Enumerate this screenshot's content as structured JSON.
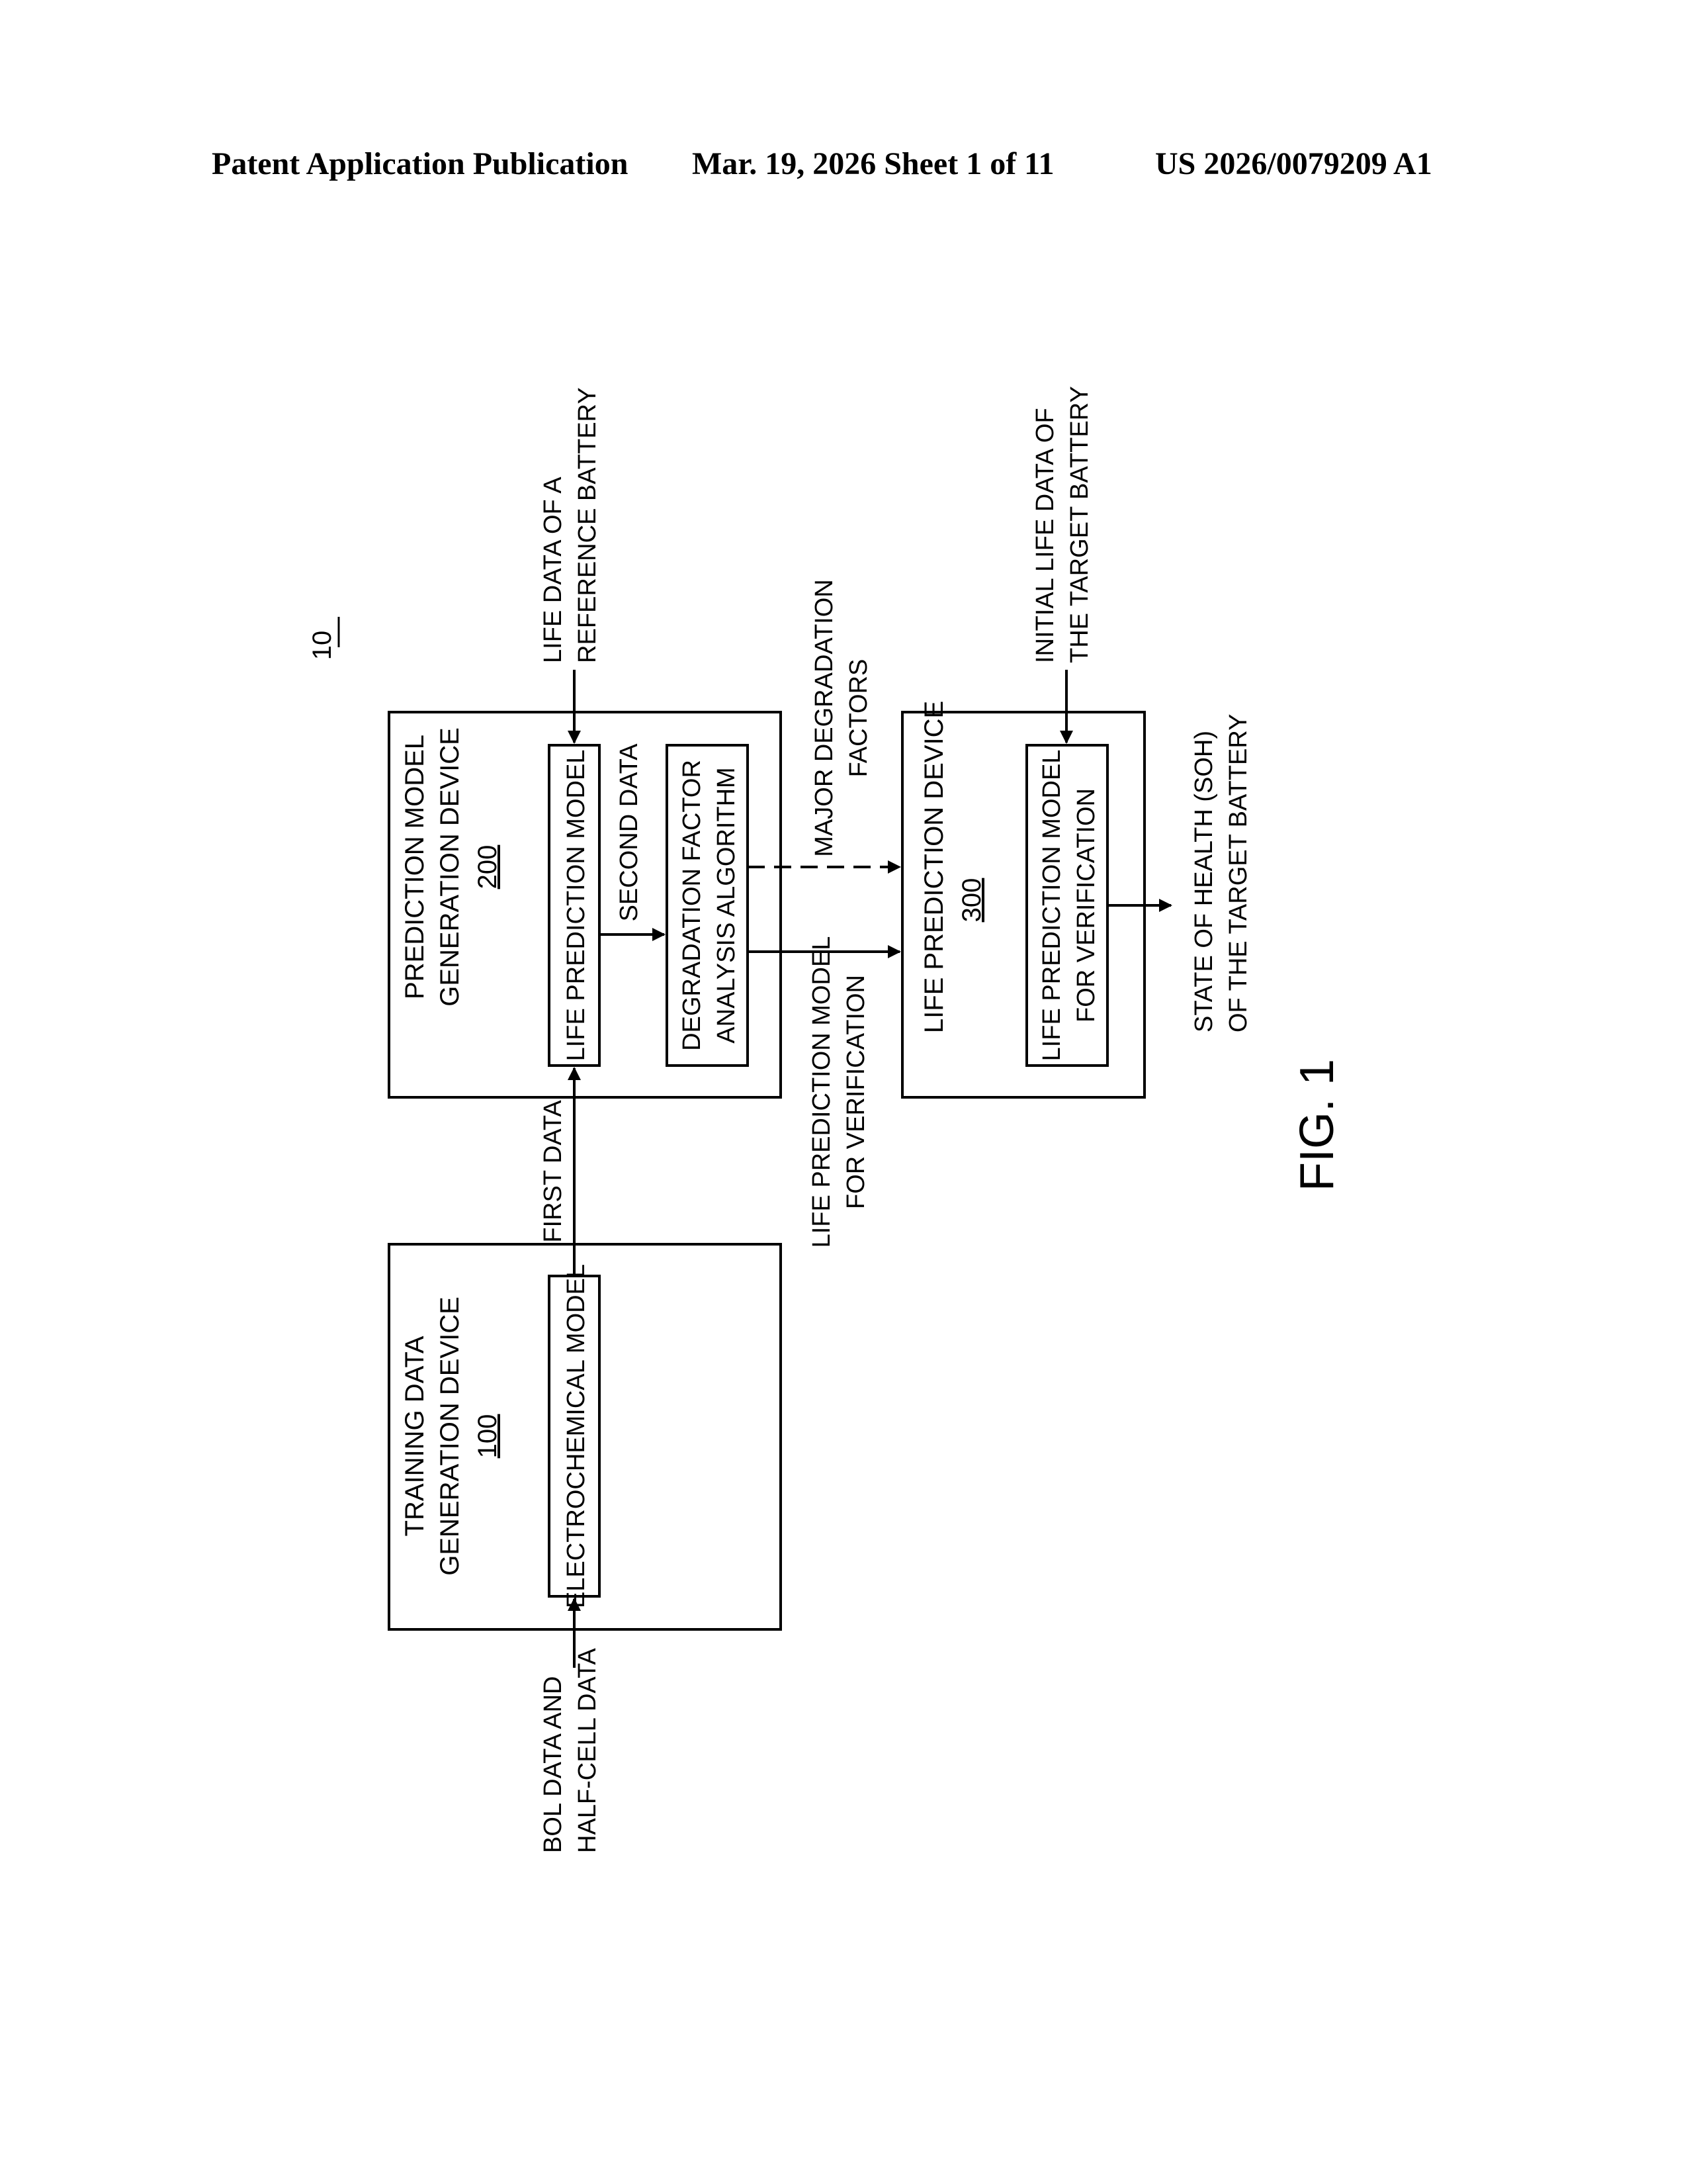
{
  "header": {
    "publication": "Patent Application Publication",
    "date_sheet": "Mar. 19, 2026  Sheet 1 of 11",
    "number": "US 2026/0079209 A1"
  },
  "figure": {
    "system_ref": "10",
    "label": "FIG. 1",
    "devices": {
      "training": {
        "title_line1": "TRAINING DATA",
        "title_line2": "GENERATION DEVICE",
        "ref": "100",
        "module": "ELECTROCHEMICAL MODEL"
      },
      "prediction": {
        "title_line1": "PREDICTION MODEL",
        "title_line2": "GENERATION DEVICE",
        "ref": "200",
        "module_life": "LIFE PREDICTION MODEL",
        "module_degradation_line1": "DEGRADATION FACTOR",
        "module_degradation_line2": "ANALYSIS ALGORITHM"
      },
      "life": {
        "title": "LIFE PREDICTION DEVICE",
        "ref": "300",
        "module_line1": "LIFE PREDICTION MODEL",
        "module_line2": "FOR VERIFICATION"
      }
    },
    "signals": {
      "bol_line1": "BOL DATA AND",
      "bol_line2": "HALF-CELL DATA",
      "first_data": "FIRST DATA",
      "second_data": "SECOND DATA",
      "reference_line1": "LIFE DATA OF A",
      "reference_line2": "REFERENCE BATTERY",
      "major_line1": "MAJOR DEGRADATION",
      "major_line2": "FACTORS",
      "verification_line1": "LIFE PREDICTION MODEL",
      "verification_line2": "FOR VERIFICATION",
      "initial_line1": "INITIAL LIFE DATA OF",
      "initial_line2": "THE TARGET BATTERY",
      "soh_line1": "STATE OF HEALTH (SOH)",
      "soh_line2": "OF THE TARGET BATTERY"
    }
  }
}
